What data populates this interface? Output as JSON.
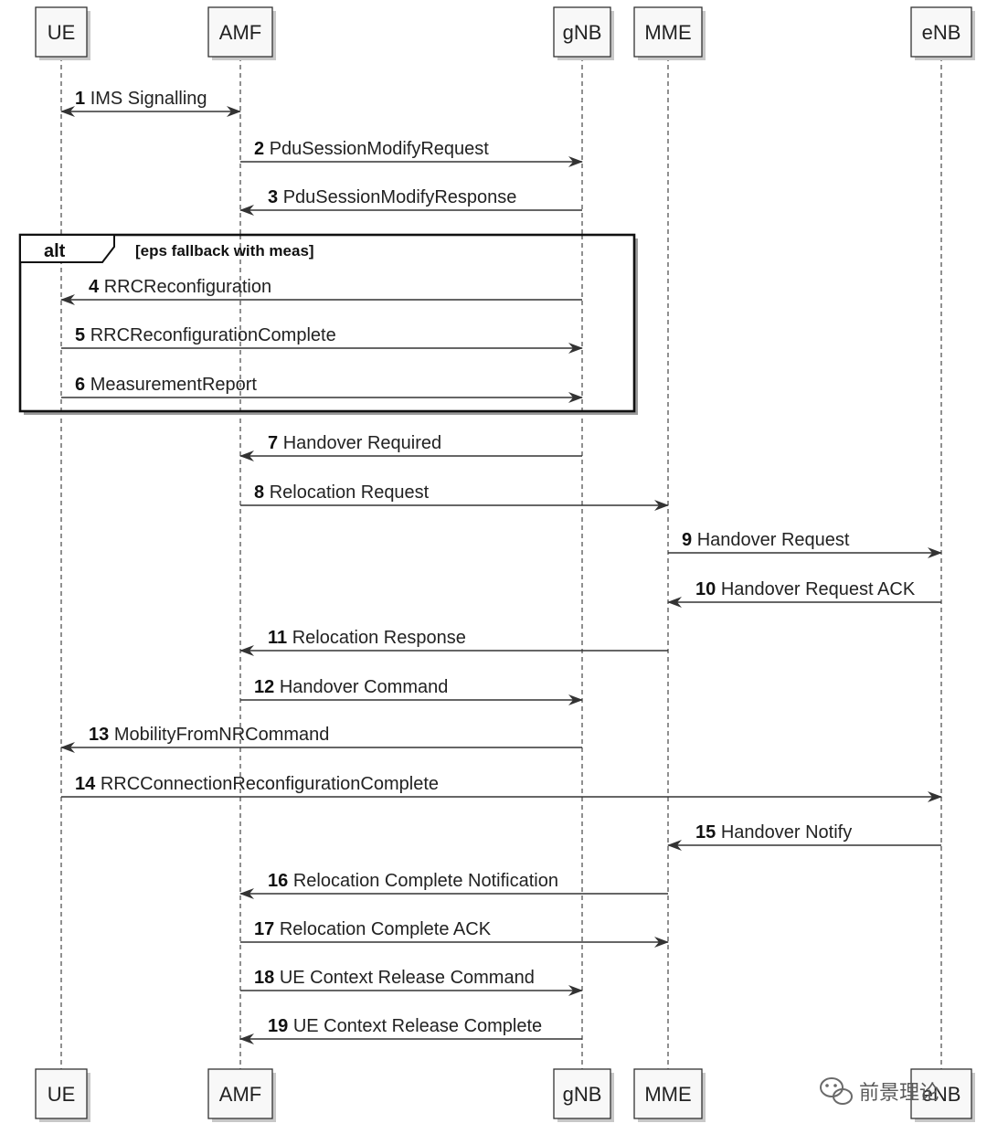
{
  "participants": [
    {
      "id": "UE",
      "label": "UE"
    },
    {
      "id": "AMF",
      "label": "AMF"
    },
    {
      "id": "gNB",
      "label": "gNB"
    },
    {
      "id": "MME",
      "label": "MME"
    },
    {
      "id": "eNB",
      "label": "eNB"
    }
  ],
  "alt_fragment": {
    "keyword": "alt",
    "guard": "[eps fallback with meas]"
  },
  "messages": [
    {
      "num": "1",
      "text": "IMS Signalling",
      "from": "UE",
      "to": "AMF",
      "bidirectional": true
    },
    {
      "num": "2",
      "text": "PduSessionModifyRequest",
      "from": "AMF",
      "to": "gNB"
    },
    {
      "num": "3",
      "text": "PduSessionModifyResponse",
      "from": "gNB",
      "to": "AMF"
    },
    {
      "num": "4",
      "text": "RRCReconfiguration",
      "from": "gNB",
      "to": "UE"
    },
    {
      "num": "5",
      "text": "RRCReconfigurationComplete",
      "from": "UE",
      "to": "gNB"
    },
    {
      "num": "6",
      "text": "MeasurementReport",
      "from": "UE",
      "to": "gNB"
    },
    {
      "num": "7",
      "text": "Handover Required",
      "from": "gNB",
      "to": "AMF"
    },
    {
      "num": "8",
      "text": "Relocation Request",
      "from": "AMF",
      "to": "MME"
    },
    {
      "num": "9",
      "text": "Handover Request",
      "from": "MME",
      "to": "eNB"
    },
    {
      "num": "10",
      "text": "Handover Request ACK",
      "from": "eNB",
      "to": "MME"
    },
    {
      "num": "11",
      "text": "Relocation Response",
      "from": "MME",
      "to": "AMF"
    },
    {
      "num": "12",
      "text": "Handover Command",
      "from": "AMF",
      "to": "gNB"
    },
    {
      "num": "13",
      "text": "MobilityFromNRCommand",
      "from": "gNB",
      "to": "UE"
    },
    {
      "num": "14",
      "text": "RRCConnectionReconfigurationComplete",
      "from": "UE",
      "to": "eNB"
    },
    {
      "num": "15",
      "text": "Handover Notify",
      "from": "eNB",
      "to": "MME"
    },
    {
      "num": "16",
      "text": "Relocation Complete Notification",
      "from": "MME",
      "to": "AMF"
    },
    {
      "num": "17",
      "text": "Relocation Complete ACK",
      "from": "AMF",
      "to": "MME"
    },
    {
      "num": "18",
      "text": "UE Context Release Command",
      "from": "AMF",
      "to": "gNB"
    },
    {
      "num": "19",
      "text": "UE Context Release Complete",
      "from": "gNB",
      "to": "AMF"
    }
  ],
  "watermark": {
    "text": "前景理论",
    "icon": "wechat-icon"
  },
  "colors": {
    "line": "#333333",
    "box_fill": "#f8f8f8",
    "box_stroke": "#333333"
  }
}
